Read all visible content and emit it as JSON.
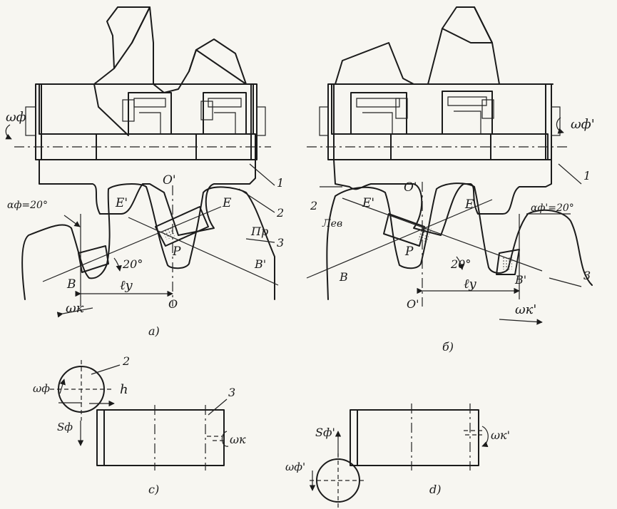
{
  "fig_a": {
    "omega_f": "ωф",
    "alpha_f": "αф=20°",
    "E1": "E'",
    "O1": "O'",
    "E": "E",
    "Pr": "Пр",
    "angle": "20°",
    "P": "P",
    "B1": "B'",
    "B": "B",
    "ly": "ℓy",
    "O": "O",
    "omega_k": "ωк",
    "n1": "1",
    "n2": "2",
    "n3": "3",
    "caption": "а)"
  },
  "fig_b": {
    "omega_f": "ωф'",
    "alpha_f": "αф'=20°",
    "E1": "E'",
    "O1": "O'",
    "E": "E",
    "lev": "Лев",
    "P": "P",
    "angle": "20°",
    "B": "B",
    "B1": "B'",
    "ly": "ℓy",
    "O": "O'",
    "omega_k": "ωк'",
    "n1": "1",
    "n2": "2",
    "n3": "3",
    "caption": "б)"
  },
  "fig_c": {
    "n2": "2",
    "n3": "3",
    "omega_f": "ωф",
    "h": "h",
    "s_f": "Sф",
    "omega_k": "ωк",
    "caption": "с)"
  },
  "fig_d": {
    "s_f": "Sф'",
    "omega_k": "ωк'",
    "omega_f": "ωф'",
    "caption": "d)"
  }
}
